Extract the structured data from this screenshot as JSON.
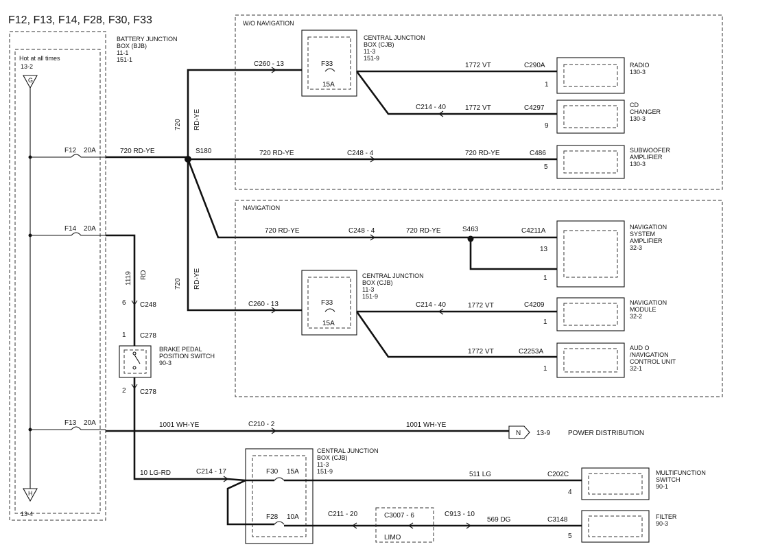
{
  "title": "F12, F13, F14, F28, F30, F33",
  "bjb": {
    "label_lines": [
      "BATTERY JUNCTION",
      "BOX (BJB)",
      "11-1",
      "151-1"
    ],
    "hot": "Hot at all times",
    "ref_top": "13-2",
    "ref_bottom": "13-4",
    "connector_top": "G",
    "connector_bottom": "H"
  },
  "fuses": {
    "f12": {
      "name": "F12",
      "amp": "20A"
    },
    "f14": {
      "name": "F14",
      "amp": "20A"
    },
    "f13": {
      "name": "F13",
      "amp": "20A"
    },
    "f33a": {
      "name": "F33",
      "amp": "15A"
    },
    "f33b": {
      "name": "F33",
      "amp": "15A"
    },
    "f30": {
      "name": "F30",
      "amp": "15A"
    },
    "f28": {
      "name": "F28",
      "amp": "10A"
    }
  },
  "cjb_label": [
    "CENTRAL  JUNCTION",
    "BOX (CJB)",
    "11-3",
    "151-9"
  ],
  "sections": {
    "wo_nav": "W/O NAVIGATION",
    "nav": "NAVIGATION"
  },
  "splices": {
    "s180": "S180",
    "s463": "S463"
  },
  "wire_labels": {
    "w720_rdye": "720   RD-YE",
    "w720": "720",
    "rdye": "RD-YE",
    "w1119": "1119",
    "rd": "RD",
    "w1772_vt": "1772     VT",
    "w1001_whye": "1001     WH-YE",
    "w10_lgrd": "10  LG-RD",
    "w511_lg": "511     LG",
    "w569_dg": "569     DG"
  },
  "connectors": {
    "c260_13": "C260  -  13",
    "c214_40": "C214  -  40",
    "c248_4": "C248  -  4",
    "c210_2": "C210  -  2",
    "c214_17": "C214  -  17",
    "c211_20": "C211  -  20",
    "c3007_6": "C3007  -  6",
    "c913_10": "C913  -  10",
    "c290a": "C290A",
    "c4297": "C4297",
    "c486": "C486",
    "c4211a": "C4211A",
    "c4209": "C4209",
    "c2253a": "C2253A",
    "c202c": "C202C",
    "c3148": "C3148",
    "c248": "C248",
    "c278": "C278"
  },
  "pins": {
    "radio": "1",
    "cd": "9",
    "sub": "5",
    "amp13": "13",
    "amp1": "1",
    "navmod": "1",
    "audio": "1",
    "c248": "6",
    "c278_top": "1",
    "c278_bot": "2",
    "mfs": "4",
    "filter": "5"
  },
  "components": {
    "radio": [
      "RADIO",
      "130-3"
    ],
    "cd": [
      "CD",
      "CHANGER",
      "130-3"
    ],
    "sub": [
      "SUBWOOFER",
      "AMPLIFIER",
      "130-3"
    ],
    "nav_amp": [
      "NAVIGATION",
      "SYSTEM",
      "AMPLIFIER",
      "32-3"
    ],
    "nav_mod": [
      "NAVIGATION",
      "MODULE",
      "32-2"
    ],
    "audio_nav": [
      "AUD O",
      "/NAVIGATION",
      "CONTROL UNIT",
      "32-1"
    ],
    "brake": [
      "BRAKE PEDAL",
      "POSITION SWITCH",
      "90-3"
    ],
    "mfs": [
      "MULTIFUNCTION",
      "SWITCH",
      "90-1"
    ],
    "filter": [
      "FILTER",
      "90-3"
    ]
  },
  "power": {
    "connector": "N",
    "ref": "13-9",
    "label": "POWER DISTRIBUTION"
  },
  "limo": "LIMO"
}
